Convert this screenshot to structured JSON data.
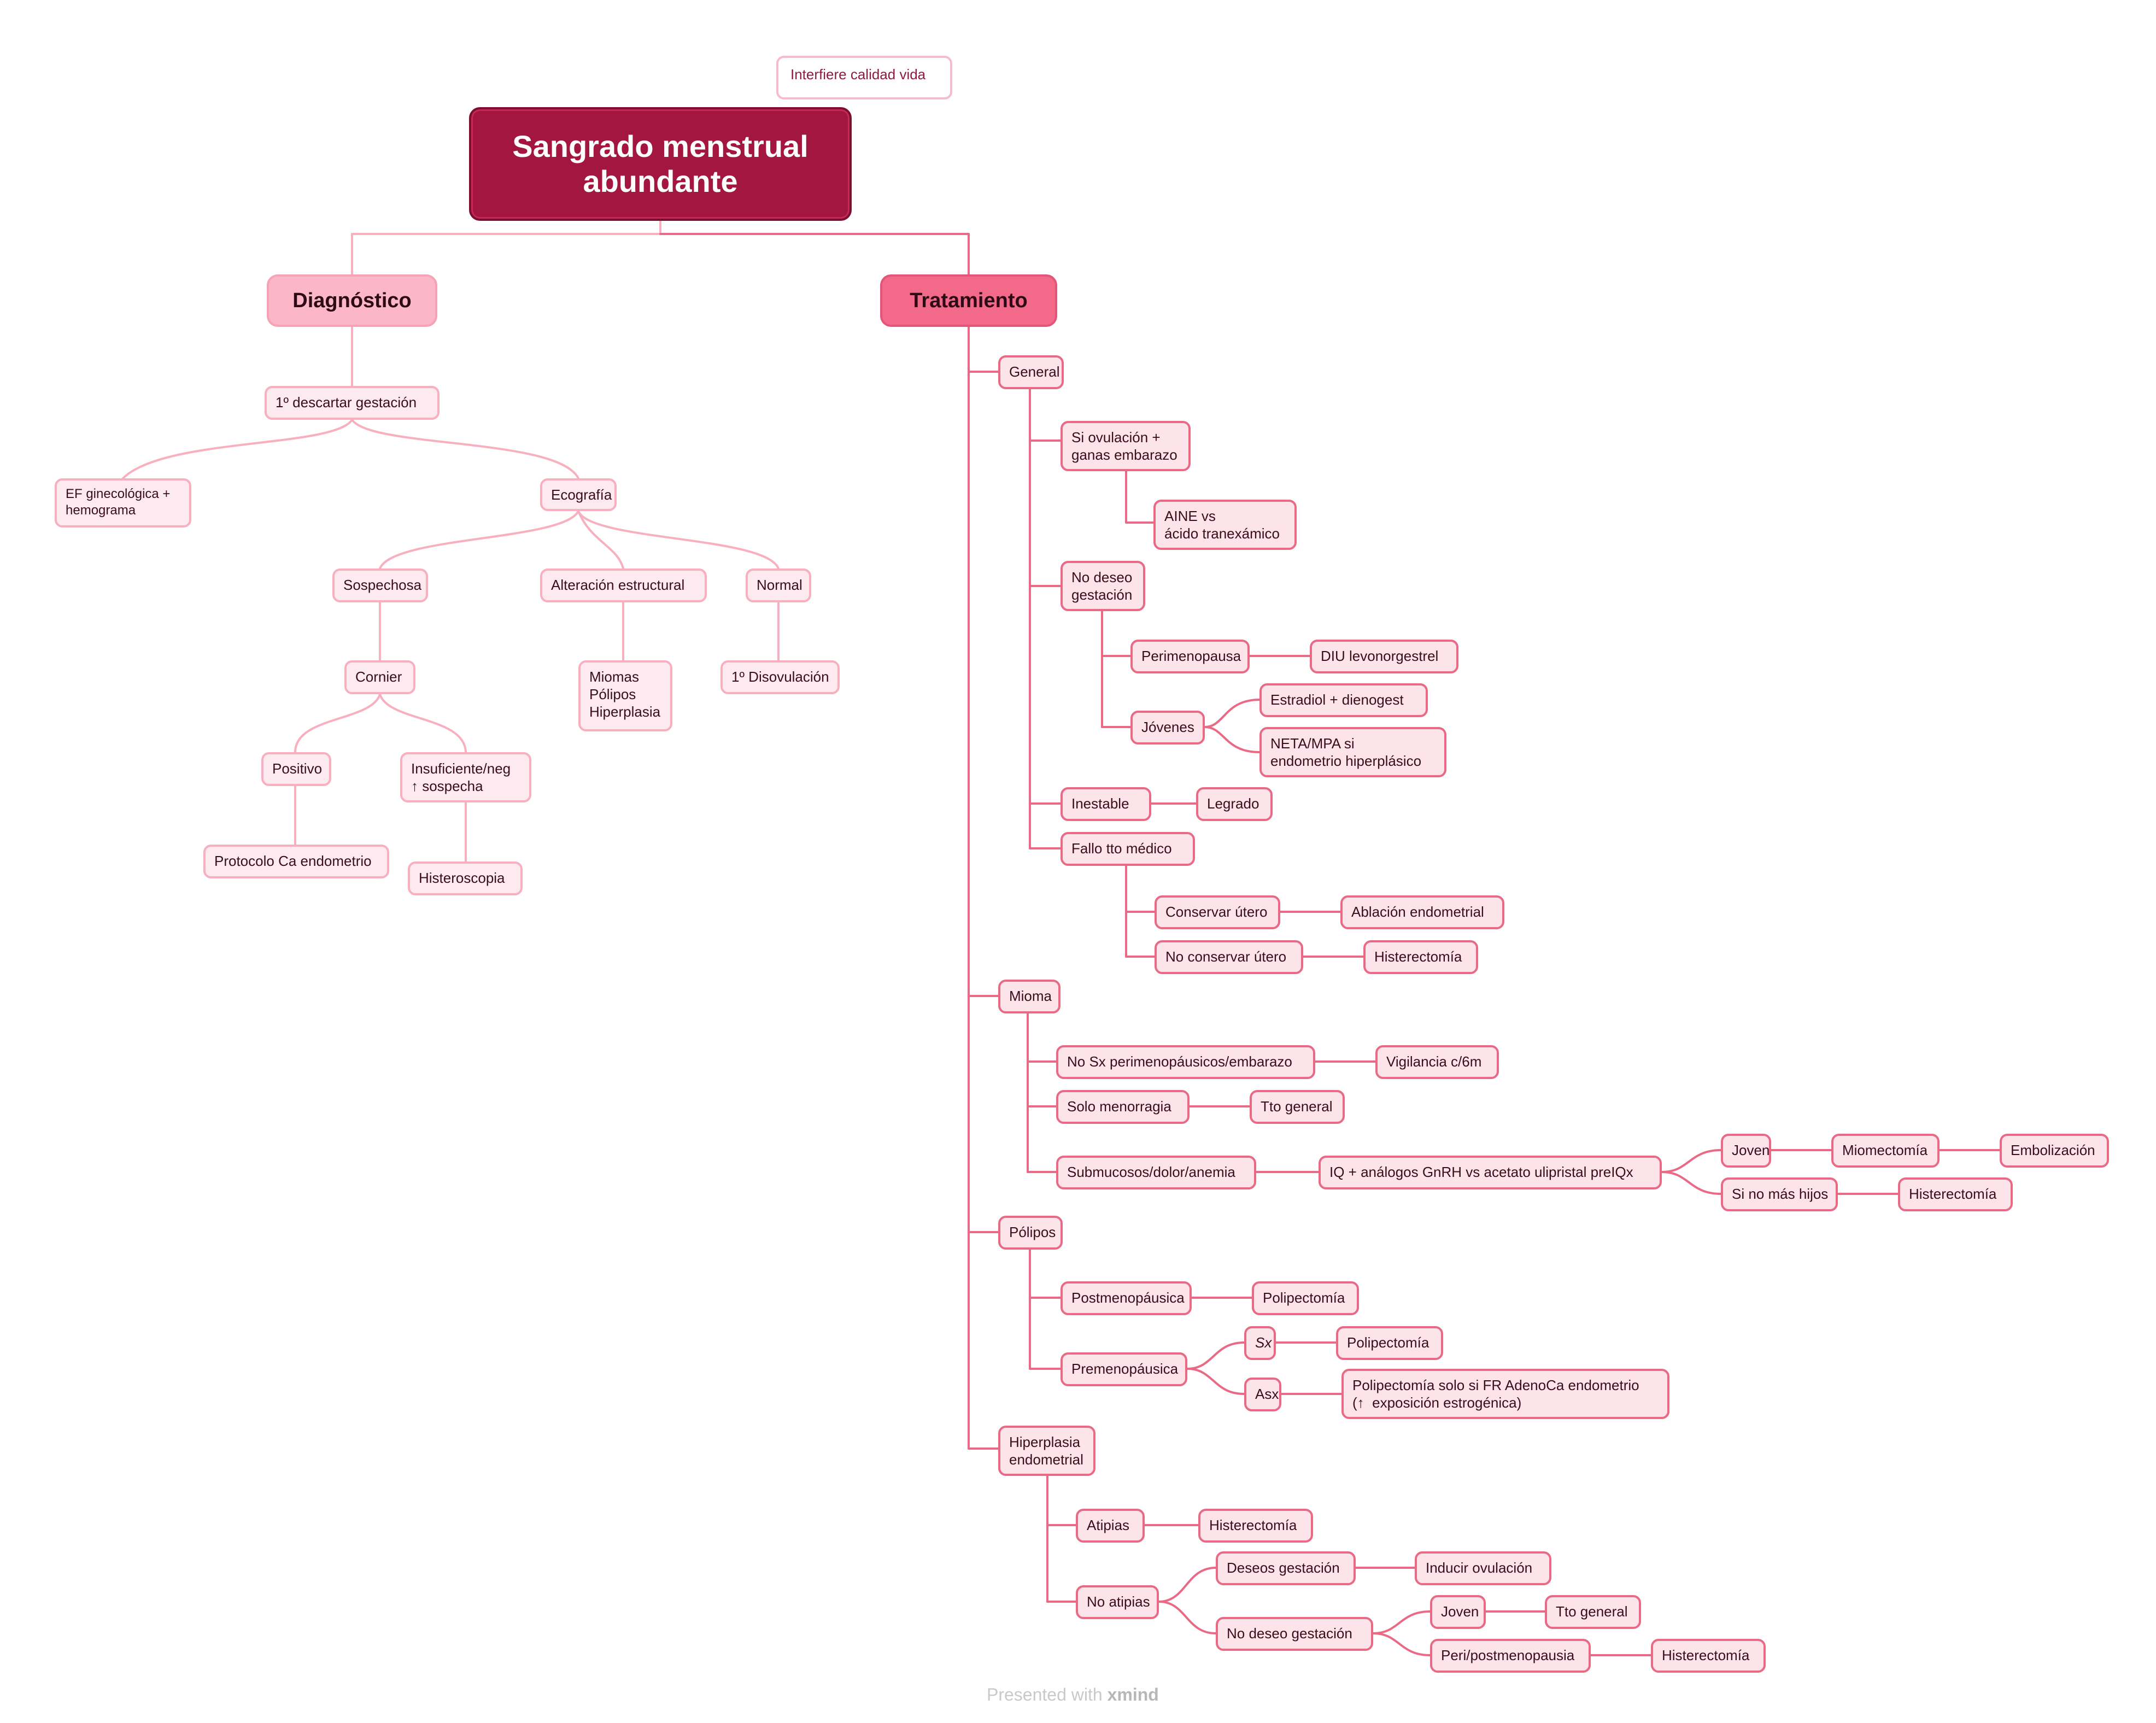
{
  "floating": {
    "label": "Interfiere calidad vida"
  },
  "root": {
    "label": "Sangrado menstrual\nabundante"
  },
  "branches": {
    "diagnostico": "Diagnóstico",
    "tratamiento": "Tratamiento"
  },
  "diag": {
    "descartar": "1º descartar gestación",
    "ef": "EF ginecológica +\nhemograma",
    "ecografia": "Ecografía",
    "sospechosa": "Sospechosa",
    "alteracion": "Alteración estructural",
    "normal": "Normal",
    "cornier": "Cornier",
    "miomas": "Miomas\nPólipos\nHiperplasia",
    "disovulacion": "1º Disovulación",
    "positivo": "Positivo",
    "insuficiente": "Insuficiente/neg\n↑ sospecha",
    "protocolo": "Protocolo Ca endometrio",
    "histeroscopia": "Histeroscopia"
  },
  "trat": {
    "general": "General",
    "si_ovulacion": "Si ovulación +\nganas embarazo",
    "aine": "AINE vs\nácido tranexámico",
    "no_deseo": "No deseo\ngestación",
    "perimenopausa": "Perimenopausa",
    "diu": "DIU levonorgestrel",
    "jovenes": "Jóvenes",
    "estradiol": "Estradiol + dienogest",
    "neta": "NETA/MPA si\nendometrio hiperplásico",
    "inestable": "Inestable",
    "legrado": "Legrado",
    "fallo": "Fallo tto médico",
    "conservar": "Conservar útero",
    "ablacion": "Ablación endometrial",
    "no_conservar": "No conservar útero",
    "histerectomia1": "Histerectomía",
    "mioma": "Mioma",
    "no_sx": "No Sx perimenopáusicos/embarazo",
    "vigilancia": "Vigilancia c/6m",
    "solo_menorragia": "Solo menorragia",
    "tto_general1": "Tto general",
    "submucosos": "Submucosos/dolor/anemia",
    "iq": "IQ + análogos GnRH vs acetato ulipristal preIQx",
    "joven1": "Joven",
    "miomectomia": "Miomectomía",
    "embolizacion": "Embolización",
    "si_no_mas_hijos": "Si no más hijos",
    "histerectomia2": "Histerectomía",
    "polipos": "Pólipos",
    "postmeno": "Postmenopáusica",
    "polipectomia1": "Polipectomía",
    "premeno": "Premenopáusica",
    "sx": "Sx",
    "polipectomia2": "Polipectomía",
    "asx": "Asx",
    "polipectomia_fr": "Polipectomía solo si FR AdenoCa endometrio\n(↑  exposición estrogénica)",
    "hiperplasia": "Hiperplasia\nendometrial",
    "atipias": "Atipias",
    "histerectomia3": "Histerectomía",
    "no_atipias": "No atipias",
    "deseos_gestacion": "Deseos gestación",
    "inducir": "Inducir ovulación",
    "no_deseo2": "No deseo gestación",
    "joven2": "Joven",
    "tto_general2": "Tto general",
    "peri_post": "Peri/postmenopausia",
    "histerectomia4": "Histerectomía"
  },
  "footer": {
    "presented": "Presented with",
    "brand": "xmind"
  },
  "colors": {
    "root": "#a3163f",
    "diag_branch": "#fbb6c7",
    "trat_branch": "#f2698a",
    "left_line": "#f8afbf",
    "right_line": "#ea6a86",
    "node_fill": "#fde3ea"
  }
}
